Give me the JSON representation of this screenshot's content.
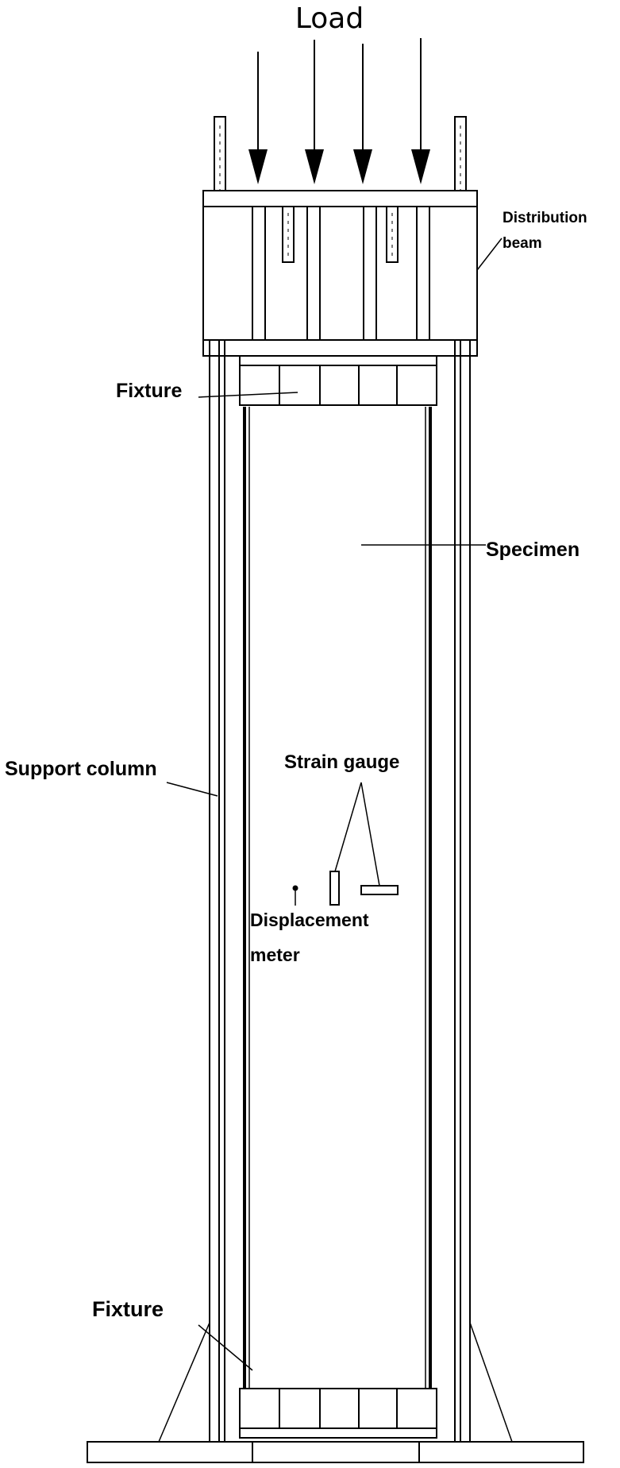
{
  "labels": {
    "load": "Load",
    "distribution_beam_line1": "Distribution",
    "distribution_beam_line2": "beam",
    "fixture_top": "Fixture",
    "specimen": "Specimen",
    "support_column": "Support column",
    "strain_gauge": "Strain gauge",
    "displacement_meter_line1": "Displacement",
    "displacement_meter_line2": "meter",
    "fixture_bottom": "Fixture"
  },
  "colors": {
    "stroke": "#000000",
    "background": "#ffffff"
  }
}
